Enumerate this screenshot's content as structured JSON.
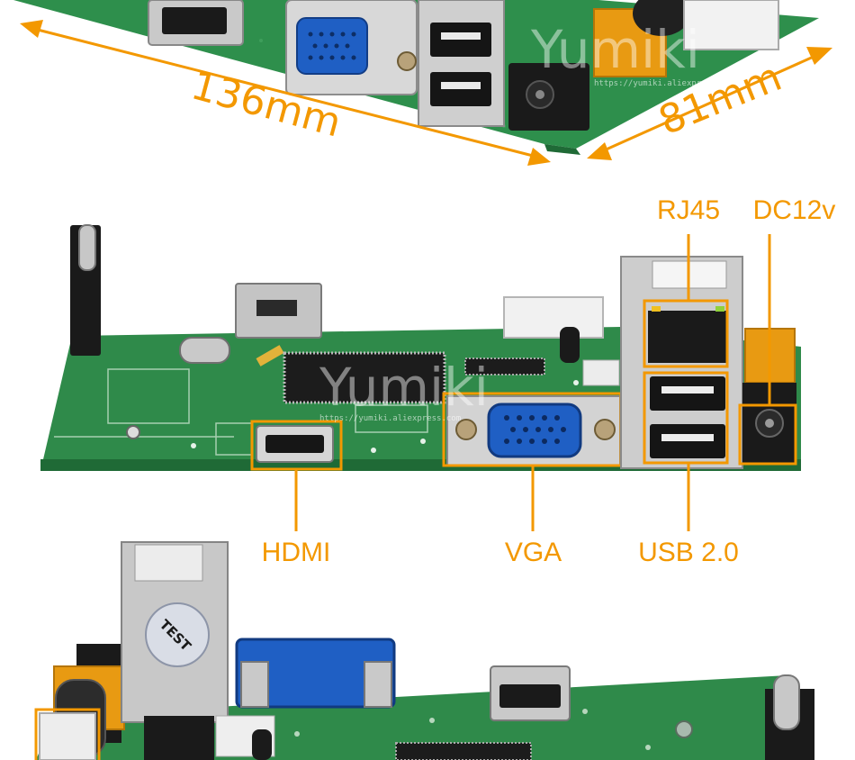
{
  "watermark": {
    "brand": "Yumiki",
    "url": "https://yumiki.aliexpress.com"
  },
  "dimensions": {
    "length": "136mm",
    "width": "81mm"
  },
  "callouts": {
    "rj45": "RJ45",
    "dc": "DC12v",
    "hdmi": "HDMI",
    "vga": "VGA",
    "usb": "USB 2.0"
  },
  "stickers": {
    "test": "TEST"
  },
  "colors": {
    "accent": "#f39800",
    "pcb": "#2f8a4a",
    "vga_blue": "#1f5fc4"
  }
}
